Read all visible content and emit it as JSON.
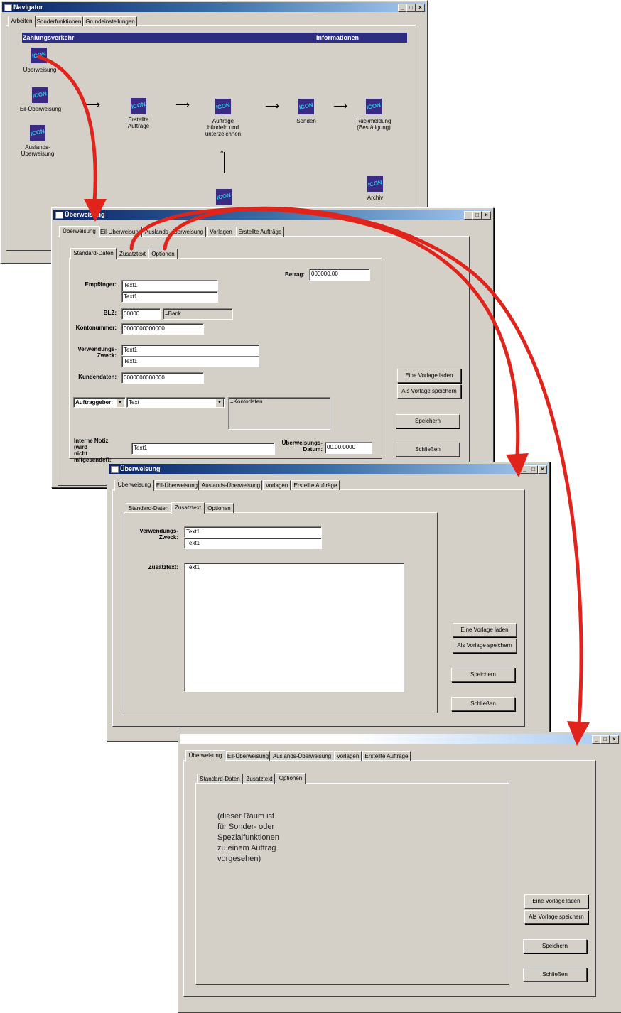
{
  "navigator": {
    "title": "Navigator",
    "tabs": [
      "Arbeiten",
      "Sonderfunktionen",
      "Grundeinstellungen"
    ],
    "headers": {
      "left": "Zahlungsverkehr",
      "right": "Informationen"
    },
    "icon_text": "ICON",
    "items": {
      "ueberweisung": "Überweisung",
      "eil": "Eil-Überweisung",
      "auslands": "Auslands-\nÜberweisung",
      "erstellte": "Erstellte\nAufträge",
      "buendeln": "Aufträge\nbündeln und\nunterzeichnen",
      "senden": "Senden",
      "rueckmeldung": "Rückmeldung\n(Bestätigung)",
      "archiv": "Archiv"
    }
  },
  "main_tabs": [
    "Überweisung",
    "Eil-Überweisung",
    "Auslands-Überweisung",
    "Vorlagen",
    "Erstellte Aufträge"
  ],
  "sub_tabs": [
    "Standard-Daten",
    "Zusatztext",
    "Optionen"
  ],
  "buttons": {
    "load": "Eine Vorlage laden",
    "save_tpl": "Als Vorlage speichern",
    "save": "Speichern",
    "close": "Schließen"
  },
  "window_title": "Überweisung",
  "standard": {
    "betrag_label": "Betrag:",
    "betrag": "000000,00",
    "empfaenger_label": "Empfänger:",
    "empfaenger1": "Text1",
    "empfaenger2": "Text1",
    "blz_label": "BLZ:",
    "blz": "00000",
    "bank": "=Bank",
    "konto_label": "Kontonummer:",
    "konto": "0000000000000",
    "zweck_label": "Verwendungs-\nZweck:",
    "zweck1": "Text1",
    "zweck2": "Text1",
    "kunden_label": "Kundendaten:",
    "kunden": "0000000000000",
    "auftraggeber": "Auftraggeber:",
    "auftraggeber_value": "Text",
    "kontodaten": "=Kontodaten",
    "notiz_label": "Interne Notiz (wird\nnicht mitgesendet):",
    "notiz": "Text1",
    "datum_label": "Überweisungs-\nDatum:",
    "datum": "00.00.0000"
  },
  "zusatz": {
    "zweck_label": "Verwendungs-\nZweck:",
    "zweck1": "Text1",
    "zweck2": "Text1",
    "zusatz_label": "Zusatztext:",
    "zusatz": "Text1"
  },
  "optionen": {
    "text": "(dieser Raum ist für Sonder- oder\nSpezialfunktionen zu einem Auftrag vorgesehen)"
  },
  "colors": {
    "arrow": "#e0241b",
    "header": "#2e2e80",
    "icon": "#3a2a86"
  }
}
